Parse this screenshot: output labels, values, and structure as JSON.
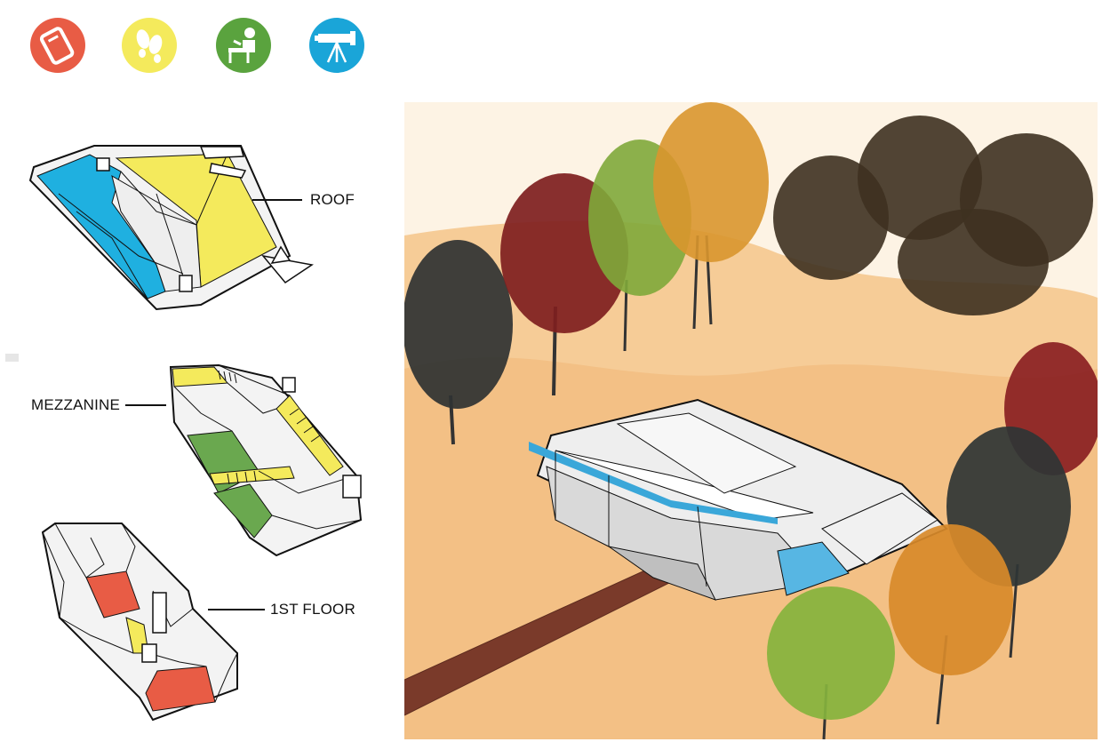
{
  "legend": {
    "icons": [
      {
        "name": "tablet-icon",
        "color": "#e85c45"
      },
      {
        "name": "footprints-icon",
        "color": "#f4ea5c"
      },
      {
        "name": "reading-person-icon",
        "color": "#5aa33e"
      },
      {
        "name": "telescope-icon",
        "color": "#1aa5d8"
      }
    ]
  },
  "levels": {
    "roof": {
      "label": "ROOF",
      "fill_primary": "#1fb0e0",
      "fill_secondary": "#f4ea5c"
    },
    "mezzanine": {
      "label": "MEZZANINE",
      "fill_primary": "#6aa84f",
      "fill_secondary": "#f4ea5c"
    },
    "first_floor": {
      "label": "1ST FLOOR",
      "fill_primary": "#e85c45",
      "fill_secondary": "#f4ea5c"
    }
  },
  "scene": {
    "ground_color": "#f5c48a",
    "path_color": "#7a3a2a",
    "trees": [
      {
        "name": "tree-dark-left",
        "color": "#2f3232"
      },
      {
        "name": "tree-red-left",
        "color": "#7e1e1e"
      },
      {
        "name": "tree-green-back",
        "color": "#7fa83a"
      },
      {
        "name": "tree-orange-back",
        "color": "#d9962e"
      },
      {
        "name": "tree-brown-cluster",
        "color": "#3e3120"
      },
      {
        "name": "tree-red-right",
        "color": "#8a1f22"
      },
      {
        "name": "tree-dark-right",
        "color": "#2f3535"
      },
      {
        "name": "tree-orange-front",
        "color": "#d88a2a"
      },
      {
        "name": "tree-green-front",
        "color": "#86b33d"
      }
    ]
  }
}
